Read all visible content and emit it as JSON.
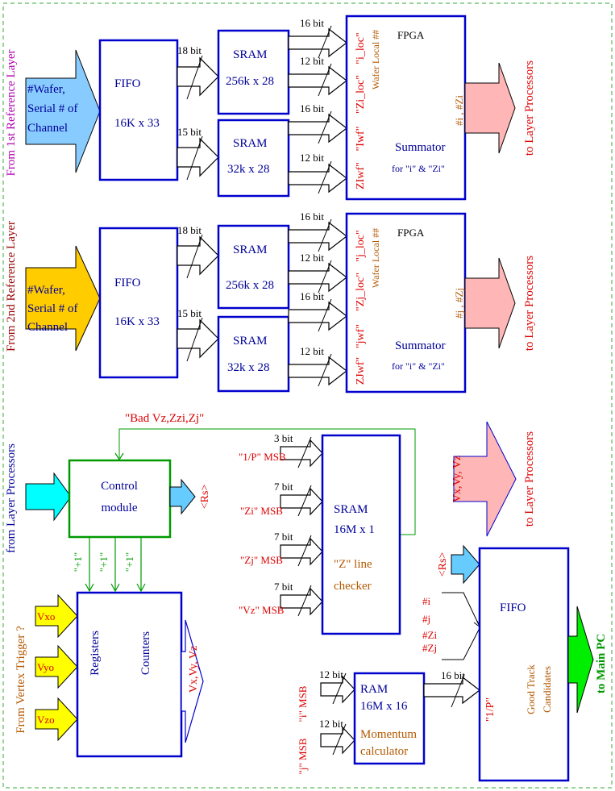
{
  "layer1": {
    "side_label": "From 1st Reference Layer",
    "input": [
      "#Wafer,",
      "Serial # of",
      "Channel"
    ],
    "fifo_name": "FIFO",
    "fifo_size": "16K x 33",
    "bus_a": "18 bit",
    "bus_b": "15 bit",
    "sram_a_name": "SRAM",
    "sram_a_size": "256k x 28",
    "sram_b_name": "SRAM",
    "sram_b_size": "32k x 28",
    "out_bits": [
      "16 bit",
      "12 bit",
      "16 bit",
      "12 bit"
    ],
    "fpga": "FPGA",
    "vlabels": [
      "\"i_loc\"",
      "\"Zi_loc\"",
      "\"Iwf\"",
      "ZIwf\""
    ],
    "wafer_local": "Wafer Local ##",
    "summator": "Summator",
    "summator_sub": "for \"i\" & \"Zi\"",
    "out_label": "#i , #Zi",
    "dest": "to Layer Processors"
  },
  "layer2": {
    "side_label": "From 2nd Reference Layer",
    "input": [
      "#Wafer,",
      "Serial # of",
      "Channel"
    ],
    "fifo_name": "FIFO",
    "fifo_size": "16K x 33",
    "bus_a": "18 bit",
    "bus_b": "15 bit",
    "sram_a_name": "SRAM",
    "sram_a_size": "256k x 28",
    "sram_b_name": "SRAM",
    "sram_b_size": "32k x 28",
    "out_bits": [
      "16 bit",
      "12 bit",
      "16 bit",
      "12 bit"
    ],
    "fpga": "FPGA",
    "vlabels": [
      "\"j_loc\"",
      "\"Zj_loc\"",
      "\"jwf\"",
      "ZJwf\""
    ],
    "wafer_local": "Wafer Local ##",
    "summator": "Summator",
    "summator_sub": "for \"i\" & \"Zi\"",
    "out_label": "#j , #Zj",
    "dest": "to Layer Processors"
  },
  "control": {
    "side_label": "from Layer Processors",
    "feedback": "\"Bad Vz,Zzi,Zj\"",
    "name": "Control",
    "name2": "module",
    "rs": "<Rs>",
    "plus": [
      "\"+1\"",
      "\"+1\"",
      "\"+1\""
    ]
  },
  "zline": {
    "bits": [
      "3 bit",
      "7 bit",
      "7 bit",
      "7 bit"
    ],
    "inputs": [
      "\"1/P\" MSB",
      "\"Zi\" MSB",
      "\"Zj\" MSB",
      "\"Vz\" MSB"
    ],
    "name": "SRAM",
    "size": "16M x 1",
    "desc1": "\"Z\" line",
    "desc2": "checker"
  },
  "vertex": {
    "side_label": "From Vertex Trigger ?",
    "inputs": [
      "Vxo",
      "Vyo",
      "Vzo"
    ],
    "name1": "Registers",
    "name2": "Counters",
    "out": "Vx,Vy, Vz"
  },
  "vxvyvz": {
    "label": "Vx,Vy, Vz",
    "dest": "to Layer Processors"
  },
  "momentum": {
    "bits": [
      "12 bit",
      "12 bit"
    ],
    "inputs": [
      "\"i\" MSB",
      "\"j\" MSB"
    ],
    "name": "RAM",
    "size": "16M x 16",
    "desc1": "Momentum",
    "desc2": "calculator",
    "out_bits": "16 bit"
  },
  "final_fifo": {
    "rs": "<Rs>",
    "inputs": [
      "#i",
      "#j",
      "#Zi",
      "#Zj"
    ],
    "name": "FIFO",
    "p_label": "\"1/P\"",
    "cand1": "Good Track",
    "cand2": "Candidates",
    "dest": "to Main PC"
  },
  "colors": {
    "block": "#0000cc",
    "control_block": "#009900",
    "layer1_input": "#88ccff",
    "layer2_input": "#ffcc00",
    "output_pink": "#ffb6b6",
    "cyan": "#00ffff",
    "rs_blue": "#66ccff",
    "vertex_yellow": "#ffff00",
    "main_pc_green": "#00ee00"
  }
}
